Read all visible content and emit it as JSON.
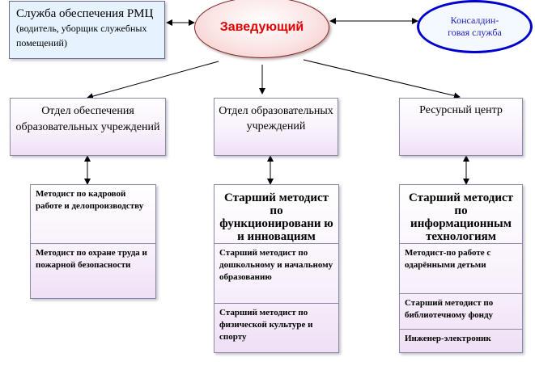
{
  "header": {
    "service_title": "Служба обеспечения РМЦ",
    "service_note": "(водитель, уборщик служебных помещений)",
    "head": "Заведующий",
    "consulting": "Консалдин-говая служба"
  },
  "departments": [
    {
      "title": "Отдел обеспечения образовательных учреждений"
    },
    {
      "title": "Отдел образовательных учреждений"
    },
    {
      "title": "Ресурсный центр"
    }
  ],
  "column1": {
    "items": [
      "Методист по кадровой работе и делопроизводству",
      "Методист по охране труда и пожарной безопасности"
    ]
  },
  "column2": {
    "head": "Старший методист по функционировани ю и инновациям",
    "items": [
      "Старший методист по дошкольному и начальному образованию",
      "Старший методист по физической культуре и спорту"
    ]
  },
  "column3": {
    "head": "Старший методист по информационным технологиям",
    "items": [
      "Методист-по работе с одарёнными детьми",
      "Старший методист по библиотечному фонду",
      "Инженер-электроник"
    ]
  },
  "colors": {
    "head_text": "#e00000",
    "consulting_text": "#2020c0",
    "consulting_border": "#0000cc",
    "box_border": "#8a8aa8"
  }
}
